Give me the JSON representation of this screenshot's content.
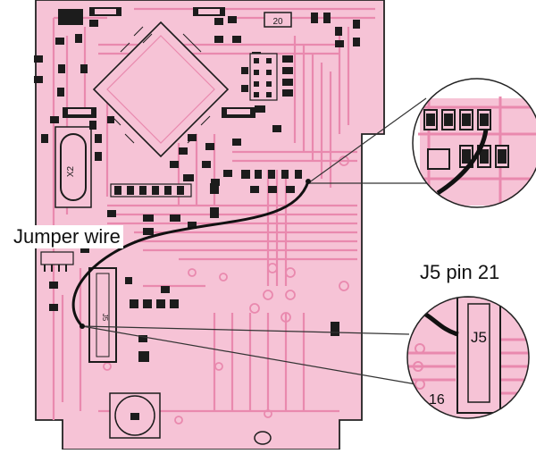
{
  "labels": {
    "jumper_wire": "Jumper wire",
    "j5_pin": "J5 pin 21",
    "j5_connector": "J5",
    "pin_16": "16"
  },
  "components": {
    "top_chip": "20",
    "big_part": "X2",
    "connector_ref": "J5"
  },
  "colors": {
    "board": "#f6c3d6",
    "trace": "#e989ae",
    "part": "#1c1c1c",
    "outline": "#222222",
    "wire": "#111111"
  }
}
